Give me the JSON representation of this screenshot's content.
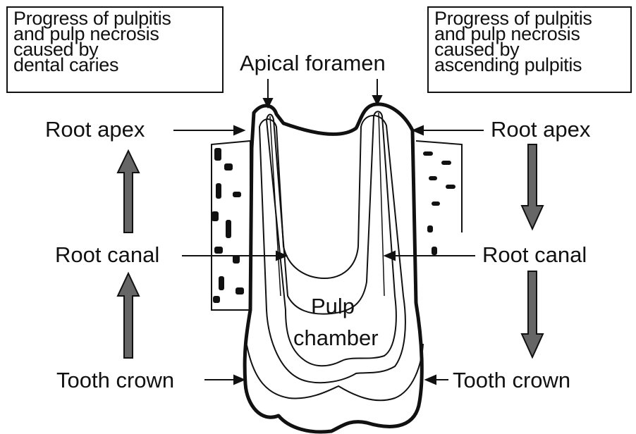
{
  "left_box": {
    "line1": "Progress of pulpitis",
    "line2": "and pulp necrosis",
    "line3": "caused by",
    "line4": "dental caries"
  },
  "right_box": {
    "line1": "Progress of pulpitis",
    "line2": "and pulp necrosis",
    "line3": "caused by",
    "line4": "ascending pulpitis"
  },
  "labels": {
    "apical_foramen": "Apical foramen",
    "root_apex_left": "Root apex",
    "root_apex_right": "Root apex",
    "root_canal_left": "Root canal",
    "root_canal_right": "Root canal",
    "tooth_crown_left": "Tooth crown",
    "tooth_crown_right": "Tooth crown",
    "pulp_line1": "Pulp",
    "pulp_line2": "chamber"
  },
  "colors": {
    "progress_arrow_fill": "#666666",
    "outline": "#111111"
  }
}
